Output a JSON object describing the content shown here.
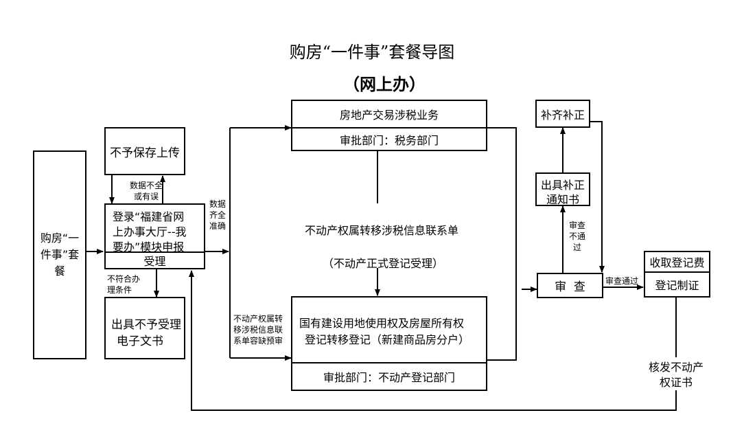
{
  "title": "购房“一件事”套餐导图",
  "subtitle": "（网上办）",
  "boxes": {
    "start": "购房“一件事”套餐",
    "no_save": "不予保存上传",
    "login_line1": "登录“福建省网",
    "login_line2": "上办事大厅--我",
    "login_line3": "要办”模块申报",
    "accept": "受理",
    "reject_doc_line1": "出具不予受理",
    "reject_doc_line2": "电子文书",
    "tax_business": "房地产交易涉税业务",
    "tax_dept": "审批部门：税务部门",
    "register_line1": "国有建设用地使用权及房屋所有权",
    "register_line2": "登记转移登记（新建商品房分户）",
    "register_dept": "审批部门：不动产登记部门",
    "supplement": "补齐补正",
    "notice_line1": "出具补正",
    "notice_line2": "通知书",
    "review": "审  查",
    "fee": "收取登记费",
    "certify": "登记制证"
  },
  "labels": {
    "incomplete_line1": "数据不全",
    "incomplete_line2": "或有误",
    "complete_line1": "数据",
    "complete_line2": "齐全",
    "complete_line3": "准确",
    "not_qualified_line1": "不符合办",
    "not_qualified_line2": "理条件",
    "tolerance_line1": "不动产权属转",
    "tolerance_line2": "移涉税信息联",
    "tolerance_line3": "系单容缺预审",
    "contact_sheet": "不动产权属转移涉税信息联系单",
    "formal_accept": "（不动产正式登记受理）",
    "review_fail_line1": "审查",
    "review_fail_line2": "不通",
    "review_fail_line3": "过",
    "review_pass": "审查通过",
    "issue_line1": "核发不动产",
    "issue_line2": "权证书"
  }
}
